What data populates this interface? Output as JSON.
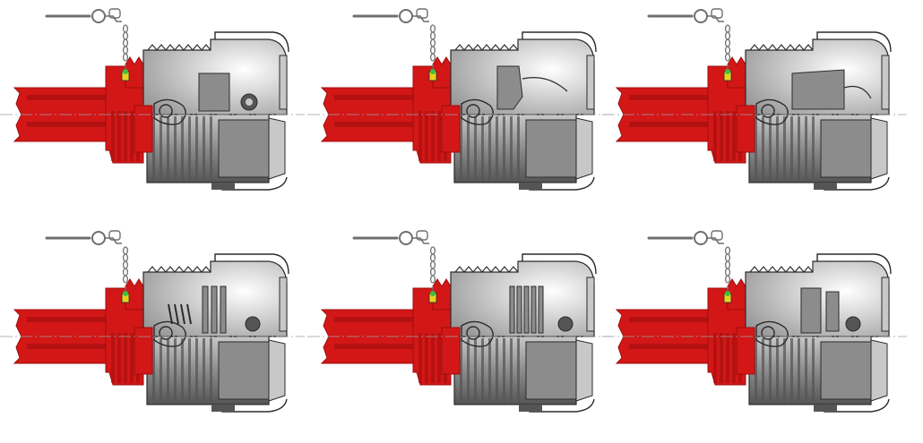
{
  "figure": {
    "panels": [
      {
        "name": "coupling-variant-1",
        "clutch": "ratchet-and-bolt",
        "rows": 0,
        "cols": 0
      },
      {
        "name": "coupling-variant-2",
        "clutch": "cam-lever",
        "rows": 0,
        "cols": 1
      },
      {
        "name": "coupling-variant-3",
        "clutch": "friction-hub",
        "rows": 0,
        "cols": 2
      },
      {
        "name": "coupling-variant-4",
        "clutch": "spring-friction-disc",
        "rows": 1,
        "cols": 0
      },
      {
        "name": "coupling-variant-5",
        "clutch": "multi-disc-friction",
        "rows": 1,
        "cols": 1
      },
      {
        "name": "coupling-variant-6",
        "clutch": "disc-and-pin",
        "rows": 1,
        "cols": 2
      }
    ],
    "colors": {
      "shaft_red": "#d31717",
      "shaft_red_dark": "#9e0d0d",
      "housing_grey": "#8c8c8c",
      "housing_dark": "#555555",
      "housing_light": "#c8c8c8",
      "interior": "#efefef",
      "grease_nipple": "#e6d21e",
      "grease_tip": "#3fbf3f",
      "centerline": "#9aa0a8",
      "outline": "#2b2b2b"
    }
  }
}
